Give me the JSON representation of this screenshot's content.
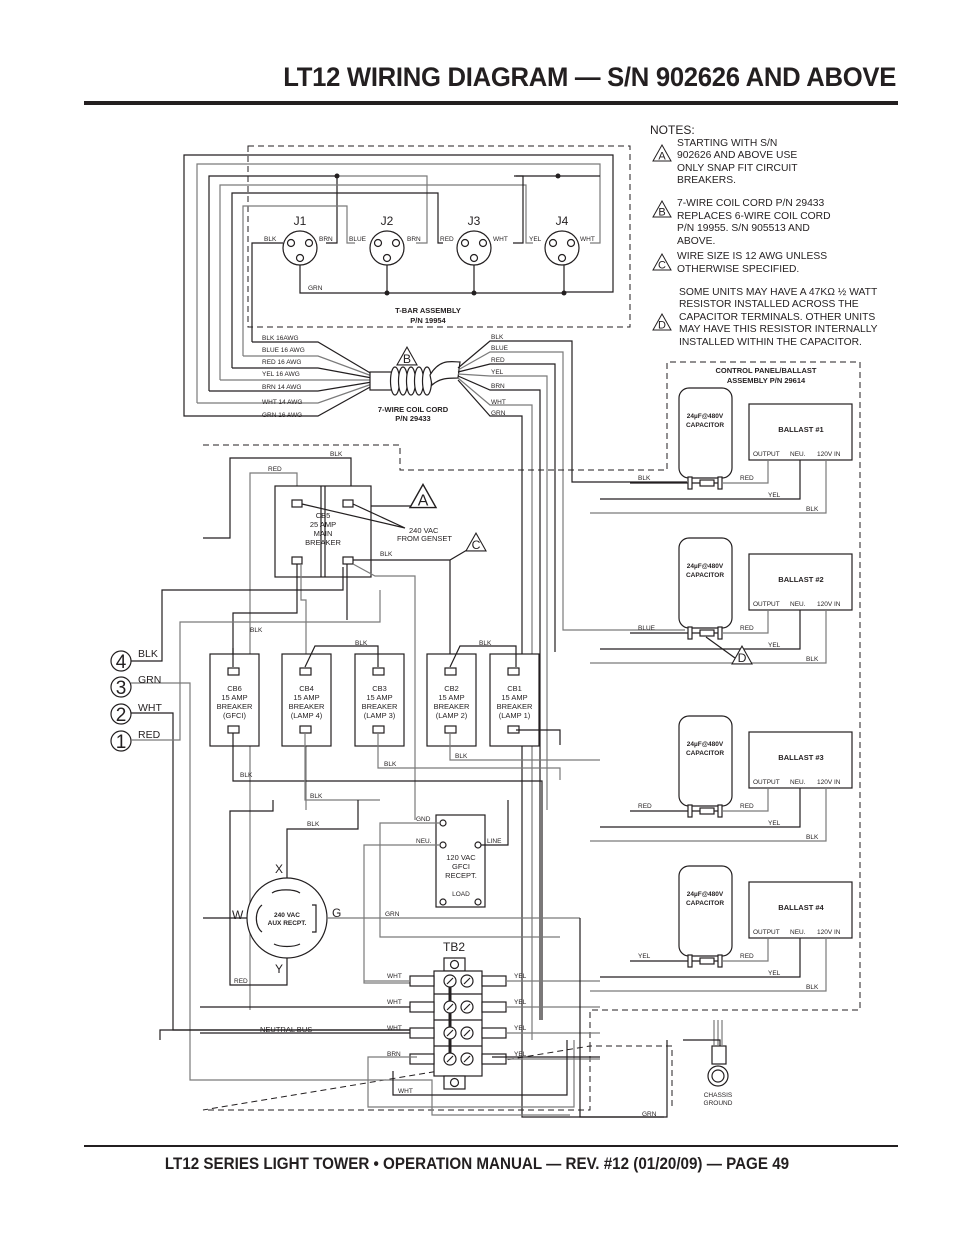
{
  "header": {
    "title": "LT12 WIRING DIAGRAM — S/N 902626 AND ABOVE"
  },
  "footer": {
    "text": "LT12 SERIES LIGHT TOWER • OPERATION MANUAL — REV. #12 (01/20/09) — PAGE 49"
  },
  "notes": {
    "heading": "NOTES:",
    "items": [
      {
        "marker": "A",
        "text": "STARTING WITH S/N 902626 AND ABOVE USE ONLY SNAP FIT CIRCUIT BREAKERS."
      },
      {
        "marker": "B",
        "text": "7-WIRE COIL CORD P/N 29433 REPLACES 6-WIRE COIL CORD P/N 19955. S/N 905513 AND ABOVE."
      },
      {
        "marker": "C",
        "text": "WIRE SIZE IS 12 AWG UNLESS OTHERWISE SPECIFIED."
      },
      {
        "marker": "D",
        "text": "SOME UNITS MAY HAVE A 47KΩ ½ WATT RESISTOR INSTALLED ACROSS THE CAPACITOR TERMINALS. OTHER UNITS MAY HAVE THIS RESISTOR INTERNALLY INSTALLED WITHIN THE CAPACITOR."
      }
    ]
  },
  "tbar": {
    "title": "T-BAR ASSEMBLY",
    "pn": "P/N 19954",
    "ground_label": "GRN",
    "connectors": [
      {
        "name": "J1",
        "left": "BLK",
        "right": "BRN"
      },
      {
        "name": "J2",
        "left": "BLUE",
        "right": "BRN"
      },
      {
        "name": "J3",
        "left": "RED",
        "right": "WHT"
      },
      {
        "name": "J4",
        "left": "YEL",
        "right": "WHT"
      }
    ]
  },
  "coil_cord": {
    "title": "7-WIRE COIL CORD",
    "pn": "P/N 29433",
    "marker": "B",
    "left_wires": [
      "BLK 16AWG",
      "BLUE 16 AWG",
      "RED 16 AWG",
      "YEL 16 AWG",
      "BRN 14 AWG",
      "WHT 14 AWG",
      "GRN 16 AWG"
    ],
    "right_wires": [
      "BLK",
      "BLUE",
      "RED",
      "YEL",
      "BRN",
      "WHT",
      "GRN"
    ]
  },
  "control_panel": {
    "title": "CONTROL PANEL/BALLAST",
    "subtitle": "ASSEMBLY P/N 29614",
    "capacitor_label_1": "24µF@480V",
    "capacitor_label_2": "CAPACITOR",
    "ballast_terminals": [
      "OUTPUT",
      "NEU.",
      "120V IN"
    ],
    "ballasts": [
      {
        "name": "BALLAST #1",
        "cap_in": "BLK",
        "cap_out": "RED",
        "neu": "YEL",
        "in": "BLK"
      },
      {
        "name": "BALLAST #2",
        "cap_in": "BLUE",
        "cap_out": "RED",
        "neu": "YEL",
        "in": "BLK",
        "marker": "D"
      },
      {
        "name": "BALLAST #3",
        "cap_in": "RED",
        "cap_out": "RED",
        "neu": "YEL",
        "in": "BLK"
      },
      {
        "name": "BALLAST #4",
        "cap_in": "YEL",
        "cap_out": "RED",
        "neu": "YEL",
        "in": "BLK"
      }
    ]
  },
  "main_breaker": {
    "lines": [
      "CB5",
      "25 AMP",
      "MAIN",
      "BREAKER"
    ],
    "source": [
      "240 VAC",
      "FROM GENSET"
    ],
    "wire_red": "RED",
    "wire_blk": "BLK",
    "wire_blk2": "BLK",
    "marker_a": "A",
    "marker_c": "C"
  },
  "breakers": [
    {
      "id": "CB6",
      "rating": "15 AMP",
      "type": "BREAKER",
      "load": "(GFCI)"
    },
    {
      "id": "CB4",
      "rating": "15 AMP",
      "type": "BREAKER",
      "load": "(LAMP 4)"
    },
    {
      "id": "CB3",
      "rating": "15 AMP",
      "type": "BREAKER",
      "load": "(LAMP 3)"
    },
    {
      "id": "CB2",
      "rating": "15 AMP",
      "type": "BREAKER",
      "load": "(LAMP 2)"
    },
    {
      "id": "CB1",
      "rating": "15 AMP",
      "type": "BREAKER",
      "load": "(LAMP 1)"
    }
  ],
  "breaker_wires": {
    "blk": "BLK"
  },
  "plug": {
    "pins": [
      {
        "num": "4",
        "label": "BLK"
      },
      {
        "num": "3",
        "label": "GRN"
      },
      {
        "num": "2",
        "label": "WHT"
      },
      {
        "num": "1",
        "label": "RED"
      }
    ]
  },
  "aux_receptacle": {
    "label_1": "240 VAC",
    "label_2": "AUX RECPT.",
    "x": "X",
    "w": "W",
    "g": "G",
    "y": "Y",
    "wire_blk": "BLK",
    "wire_grn": "GRN",
    "wire_red": "RED"
  },
  "gfci": {
    "lines": [
      "120 VAC",
      "GFCI",
      "RECEPT."
    ],
    "gnd": "GND",
    "neu": "NEU.",
    "line": "LINE",
    "load": "LOAD"
  },
  "tb2": {
    "title": "TB2",
    "left": [
      "WHT",
      "WHT",
      "WHT",
      "BRN"
    ],
    "right": [
      "YEL",
      "YEL",
      "YEL",
      "YEL"
    ],
    "neutral_bus": "NEUTRAL BUS",
    "bottom_wht": "WHT"
  },
  "chassis_ground": {
    "line1": "CHASSIS",
    "line2": "GROUND",
    "wire": "GRN"
  }
}
